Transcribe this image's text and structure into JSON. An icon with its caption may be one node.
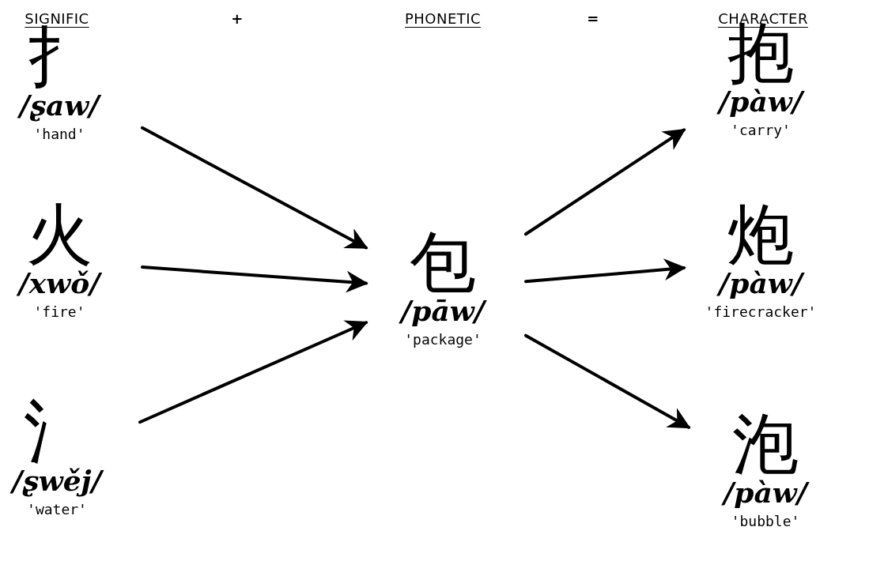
{
  "diagram": {
    "nodes": [
      {
        "text": [
          "扌",
          "/ʂaw/",
          "'hand'"
        ]
      },
      {
        "text": [
          "火",
          "/xwǒ/",
          "'fire'"
        ]
      },
      {
        "text": [
          "氵",
          "/ʂwěj/",
          "'water'"
        ]
      },
      {
        "text": [
          "包",
          "/pāw/",
          "'package'"
        ]
      },
      {
        "text": [
          "抱",
          "/pàw/",
          "'carry'"
        ]
      },
      {
        "text": [
          "炮",
          "/pàw/",
          "'firecracker'"
        ]
      },
      {
        "text": [
          "泡",
          "/pàw/",
          "'bubble'"
        ]
      }
    ],
    "edges": [
      {
        "from": 0,
        "to": 3,
        "arrow": "to"
      },
      {
        "from": 1,
        "to": 3,
        "arrow": "to"
      },
      {
        "from": 2,
        "to": 3,
        "arrow": "to"
      },
      {
        "from": 3,
        "to": 4,
        "arrow": "to"
      },
      {
        "from": 3,
        "to": 5,
        "arrow": "to"
      },
      {
        "from": 3,
        "to": 6,
        "arrow": "to"
      }
    ],
    "labels": [
      "SIGNIFIC",
      "+",
      "PHONETIC",
      "=",
      "CHARACTER"
    ]
  }
}
